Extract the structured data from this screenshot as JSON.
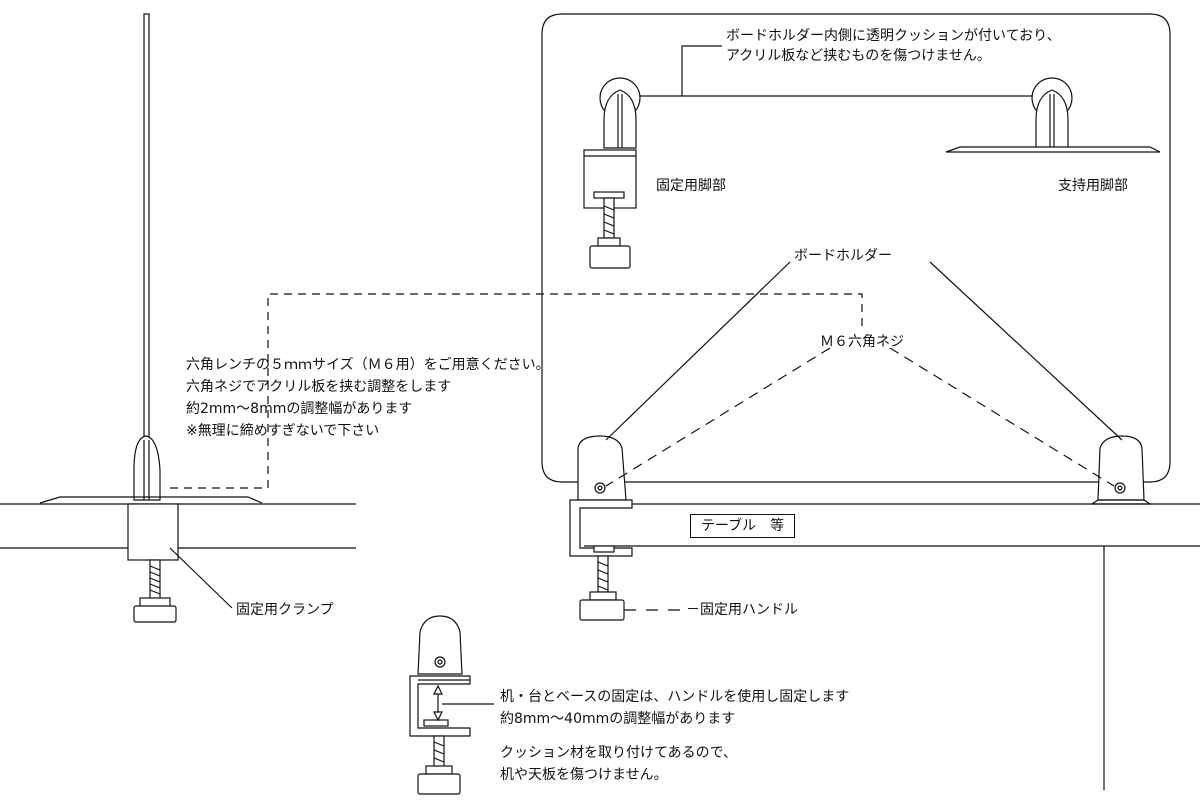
{
  "colors": {
    "line": "#111111",
    "background": "#ffffff"
  },
  "labels": {
    "cushion_note": [
      "ボードホルダー内側に透明クッションが付いており、",
      "アクリル板など挟むものを傷つけません。"
    ],
    "fixed_foot": "固定用脚部",
    "support_foot": "支持用脚部",
    "board_holder": "ボードホルダー",
    "m6_screw": "Ｍ６六角ネジ",
    "wrench_note": [
      "六角レンチの５ｍｍサイズ（Ｍ６用）をご用意ください。",
      "六角ネジでアクリル板を挟む調整をします",
      "約2mm～8mmの調整幅があります",
      "※無理に締めすぎないで下さい"
    ],
    "table": "テーブル　等",
    "fixing_clamp": "固定用クランプ",
    "fixing_handle": "－固定用ハンドル",
    "clamp_note": [
      "机・台とベースの固定は、ハンドルを使用し固定します",
      "約8mm～40mmの調整幅があります"
    ],
    "cushion_material_note": [
      "クッション材を取り付けてあるので、",
      "机や天板を傷つけません。"
    ]
  }
}
